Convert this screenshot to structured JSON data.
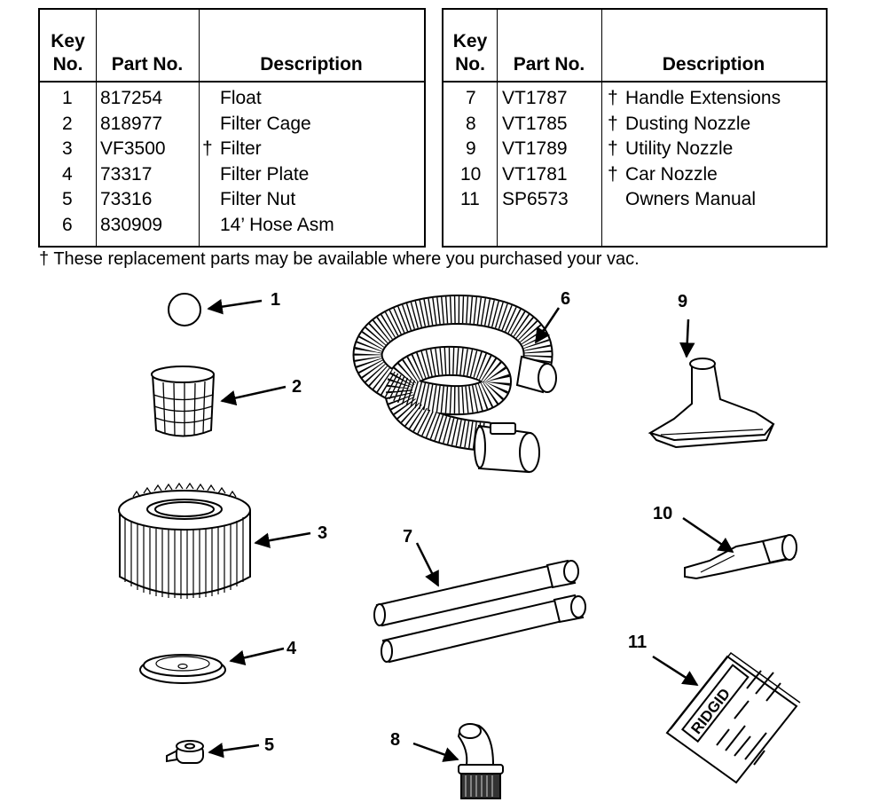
{
  "table_left": {
    "headers": {
      "key_line1": "Key",
      "key_line2": "No.",
      "part": "Part No.",
      "desc": "Description"
    },
    "rows": [
      {
        "key": "1",
        "part": "817254",
        "dagger": "",
        "desc": "Float"
      },
      {
        "key": "2",
        "part": "818977",
        "dagger": "",
        "desc": "Filter Cage"
      },
      {
        "key": "3",
        "part": "VF3500",
        "dagger": "†",
        "desc": "Filter"
      },
      {
        "key": "4",
        "part": "73317",
        "dagger": "",
        "desc": "Filter Plate"
      },
      {
        "key": "5",
        "part": "73316",
        "dagger": "",
        "desc": "Filter Nut"
      },
      {
        "key": "6",
        "part": "830909",
        "dagger": "",
        "desc": "14’ Hose Asm"
      }
    ]
  },
  "table_right": {
    "headers": {
      "key_line1": "Key",
      "key_line2": "No.",
      "part": "Part No.",
      "desc": "Description"
    },
    "rows": [
      {
        "key": "7",
        "part": "VT1787",
        "dagger": "†",
        "desc": "Handle Extensions"
      },
      {
        "key": "8",
        "part": "VT1785",
        "dagger": "†",
        "desc": "Dusting Nozzle"
      },
      {
        "key": "9",
        "part": "VT1789",
        "dagger": "†",
        "desc": "Utility Nozzle"
      },
      {
        "key": "10",
        "part": "VT1781",
        "dagger": "†",
        "desc": "Car Nozzle"
      },
      {
        "key": "11",
        "part": "SP6573",
        "dagger": "",
        "desc": "Owners Manual"
      }
    ]
  },
  "footnote": "† These replacement parts may be available where you purchased your vac.",
  "callouts": [
    "1",
    "2",
    "3",
    "4",
    "5",
    "6",
    "7",
    "8",
    "9",
    "10",
    "11"
  ],
  "manual_brand": "RIDGID"
}
